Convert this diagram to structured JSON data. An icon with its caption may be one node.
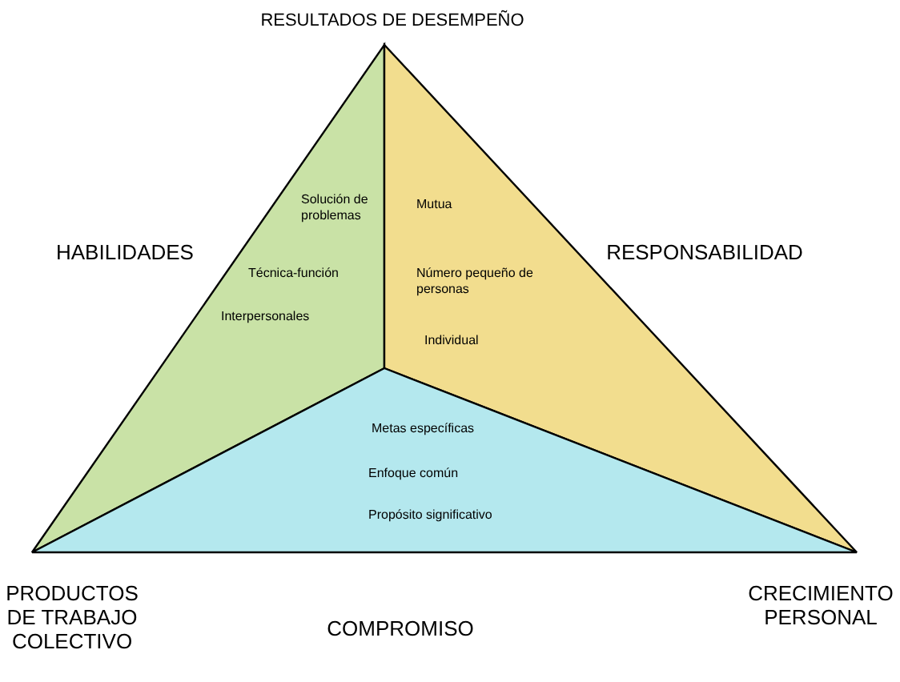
{
  "diagram": {
    "nodes": [
      {
        "text": [
          "Solución de problemas",
          "Técnica-función",
          "Interpersonales"
        ]
      },
      {
        "text": [
          "Mutua",
          "Número pequeño de personas",
          "Individual"
        ]
      },
      {
        "text": [
          "Metas específicas",
          "Enfoque común",
          "Propósito significativo"
        ]
      }
    ],
    "edges": [],
    "labels": [
      "RESULTADOS DE DESEMPEÑO",
      "HABILIDADES",
      "RESPONSABILIDAD",
      "PRODUCTOS DE TRABAJO COLECTIVO",
      "COMPROMISO",
      "CRECIMIENTO PERSONAL"
    ]
  }
}
